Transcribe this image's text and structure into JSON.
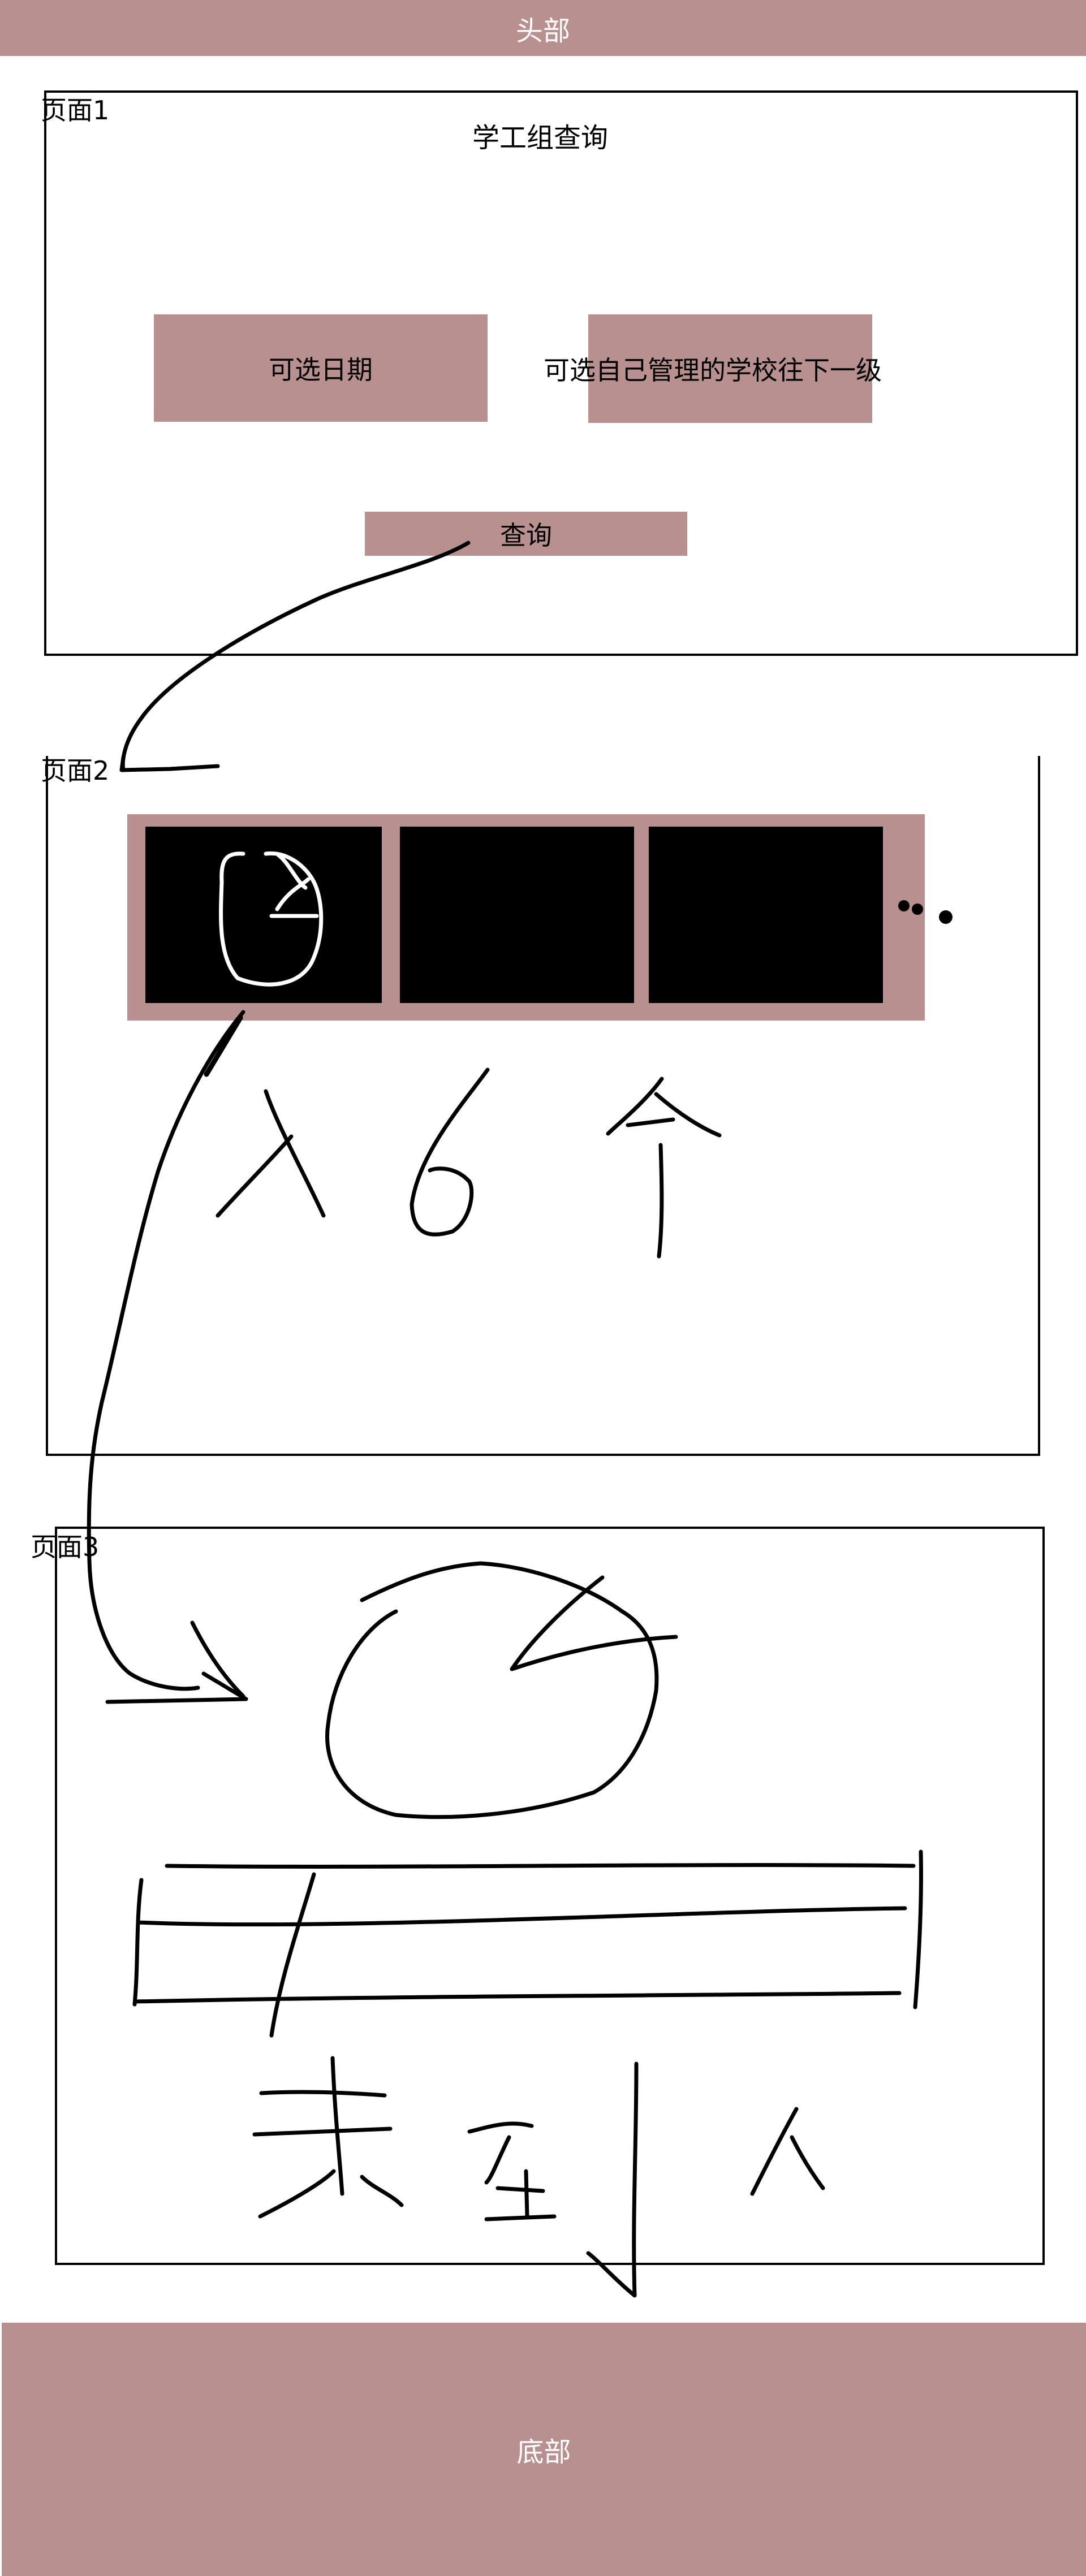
{
  "colors": {
    "accent": "#b99090",
    "ink": "#000000",
    "card": "#000000"
  },
  "header": {
    "title": "头部"
  },
  "footer": {
    "title": "底部"
  },
  "page1": {
    "label": "页面1",
    "title": "学工组查询",
    "date_box": "可选日期",
    "school_note": "可选自己管理的学校往下一级",
    "query_button": "查询"
  },
  "page2": {
    "label": "页面2",
    "ellipsis": "...",
    "multiplier_note": "X 6 个"
  },
  "page3": {
    "label": "页面3",
    "absent_note": "未到人"
  }
}
